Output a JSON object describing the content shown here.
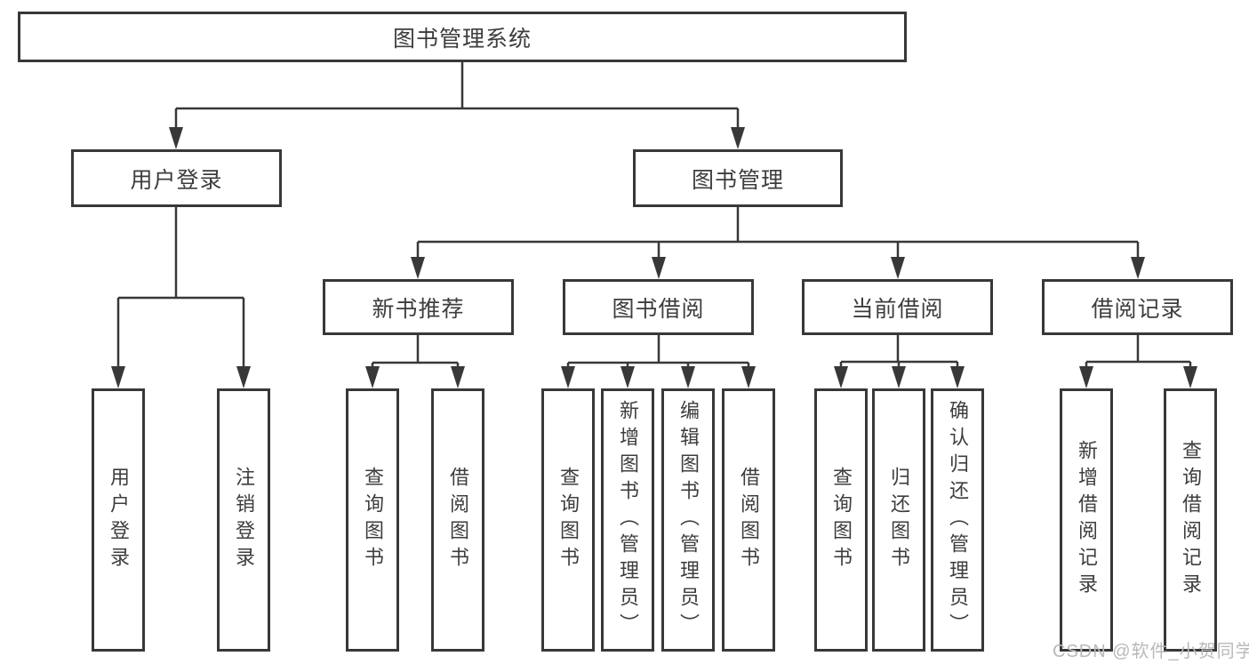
{
  "diagram": {
    "title": "图书管理系统",
    "level2": {
      "user_login": "用户登录",
      "book_mgmt": "图书管理"
    },
    "level3": {
      "new_books": "新书推荐",
      "book_borrow": "图书借阅",
      "current_borrow": "当前借阅",
      "borrow_records": "借阅记录"
    },
    "leaves": {
      "user_login": [
        "用户登录",
        "注销登录"
      ],
      "new_books": [
        "查询图书",
        "借阅图书"
      ],
      "book_borrow": [
        "查询图书",
        "新增图书（管理员）",
        "编辑图书（管理员）",
        "借阅图书"
      ],
      "current_borrow": [
        "查询图书",
        "归还图书",
        "确认归还（管理员）"
      ],
      "borrow_records": [
        "新增借阅记录",
        "查询借阅记录"
      ]
    }
  },
  "watermark": "CSDN @软件_小贺同学",
  "colors": {
    "line": "#383838",
    "text": "#3d3d3d",
    "watermark": "#b9b9b9",
    "background": "#ffffff"
  }
}
